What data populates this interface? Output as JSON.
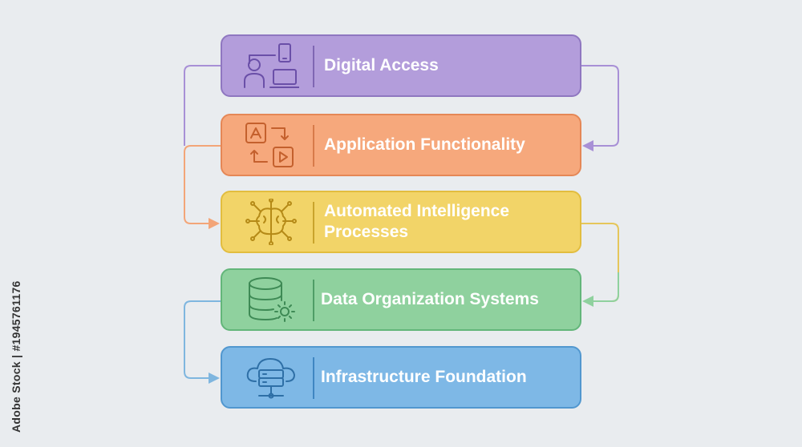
{
  "blocks": [
    {
      "label": "Digital Access",
      "icon": "user-devices-icon",
      "color": "#b39ddb"
    },
    {
      "label": "Application Functionality",
      "icon": "app-switch-icon",
      "color": "#f6a87c"
    },
    {
      "label": "Automated Intelligence Processes",
      "icon": "brain-network-icon",
      "color": "#f2d468"
    },
    {
      "label": "Data Organization Systems",
      "icon": "database-gear-icon",
      "color": "#8fd19e"
    },
    {
      "label": "Infrastructure Foundation",
      "icon": "cloud-server-icon",
      "color": "#7eb8e6"
    }
  ],
  "watermark": "Adobe Stock | #1945761176"
}
